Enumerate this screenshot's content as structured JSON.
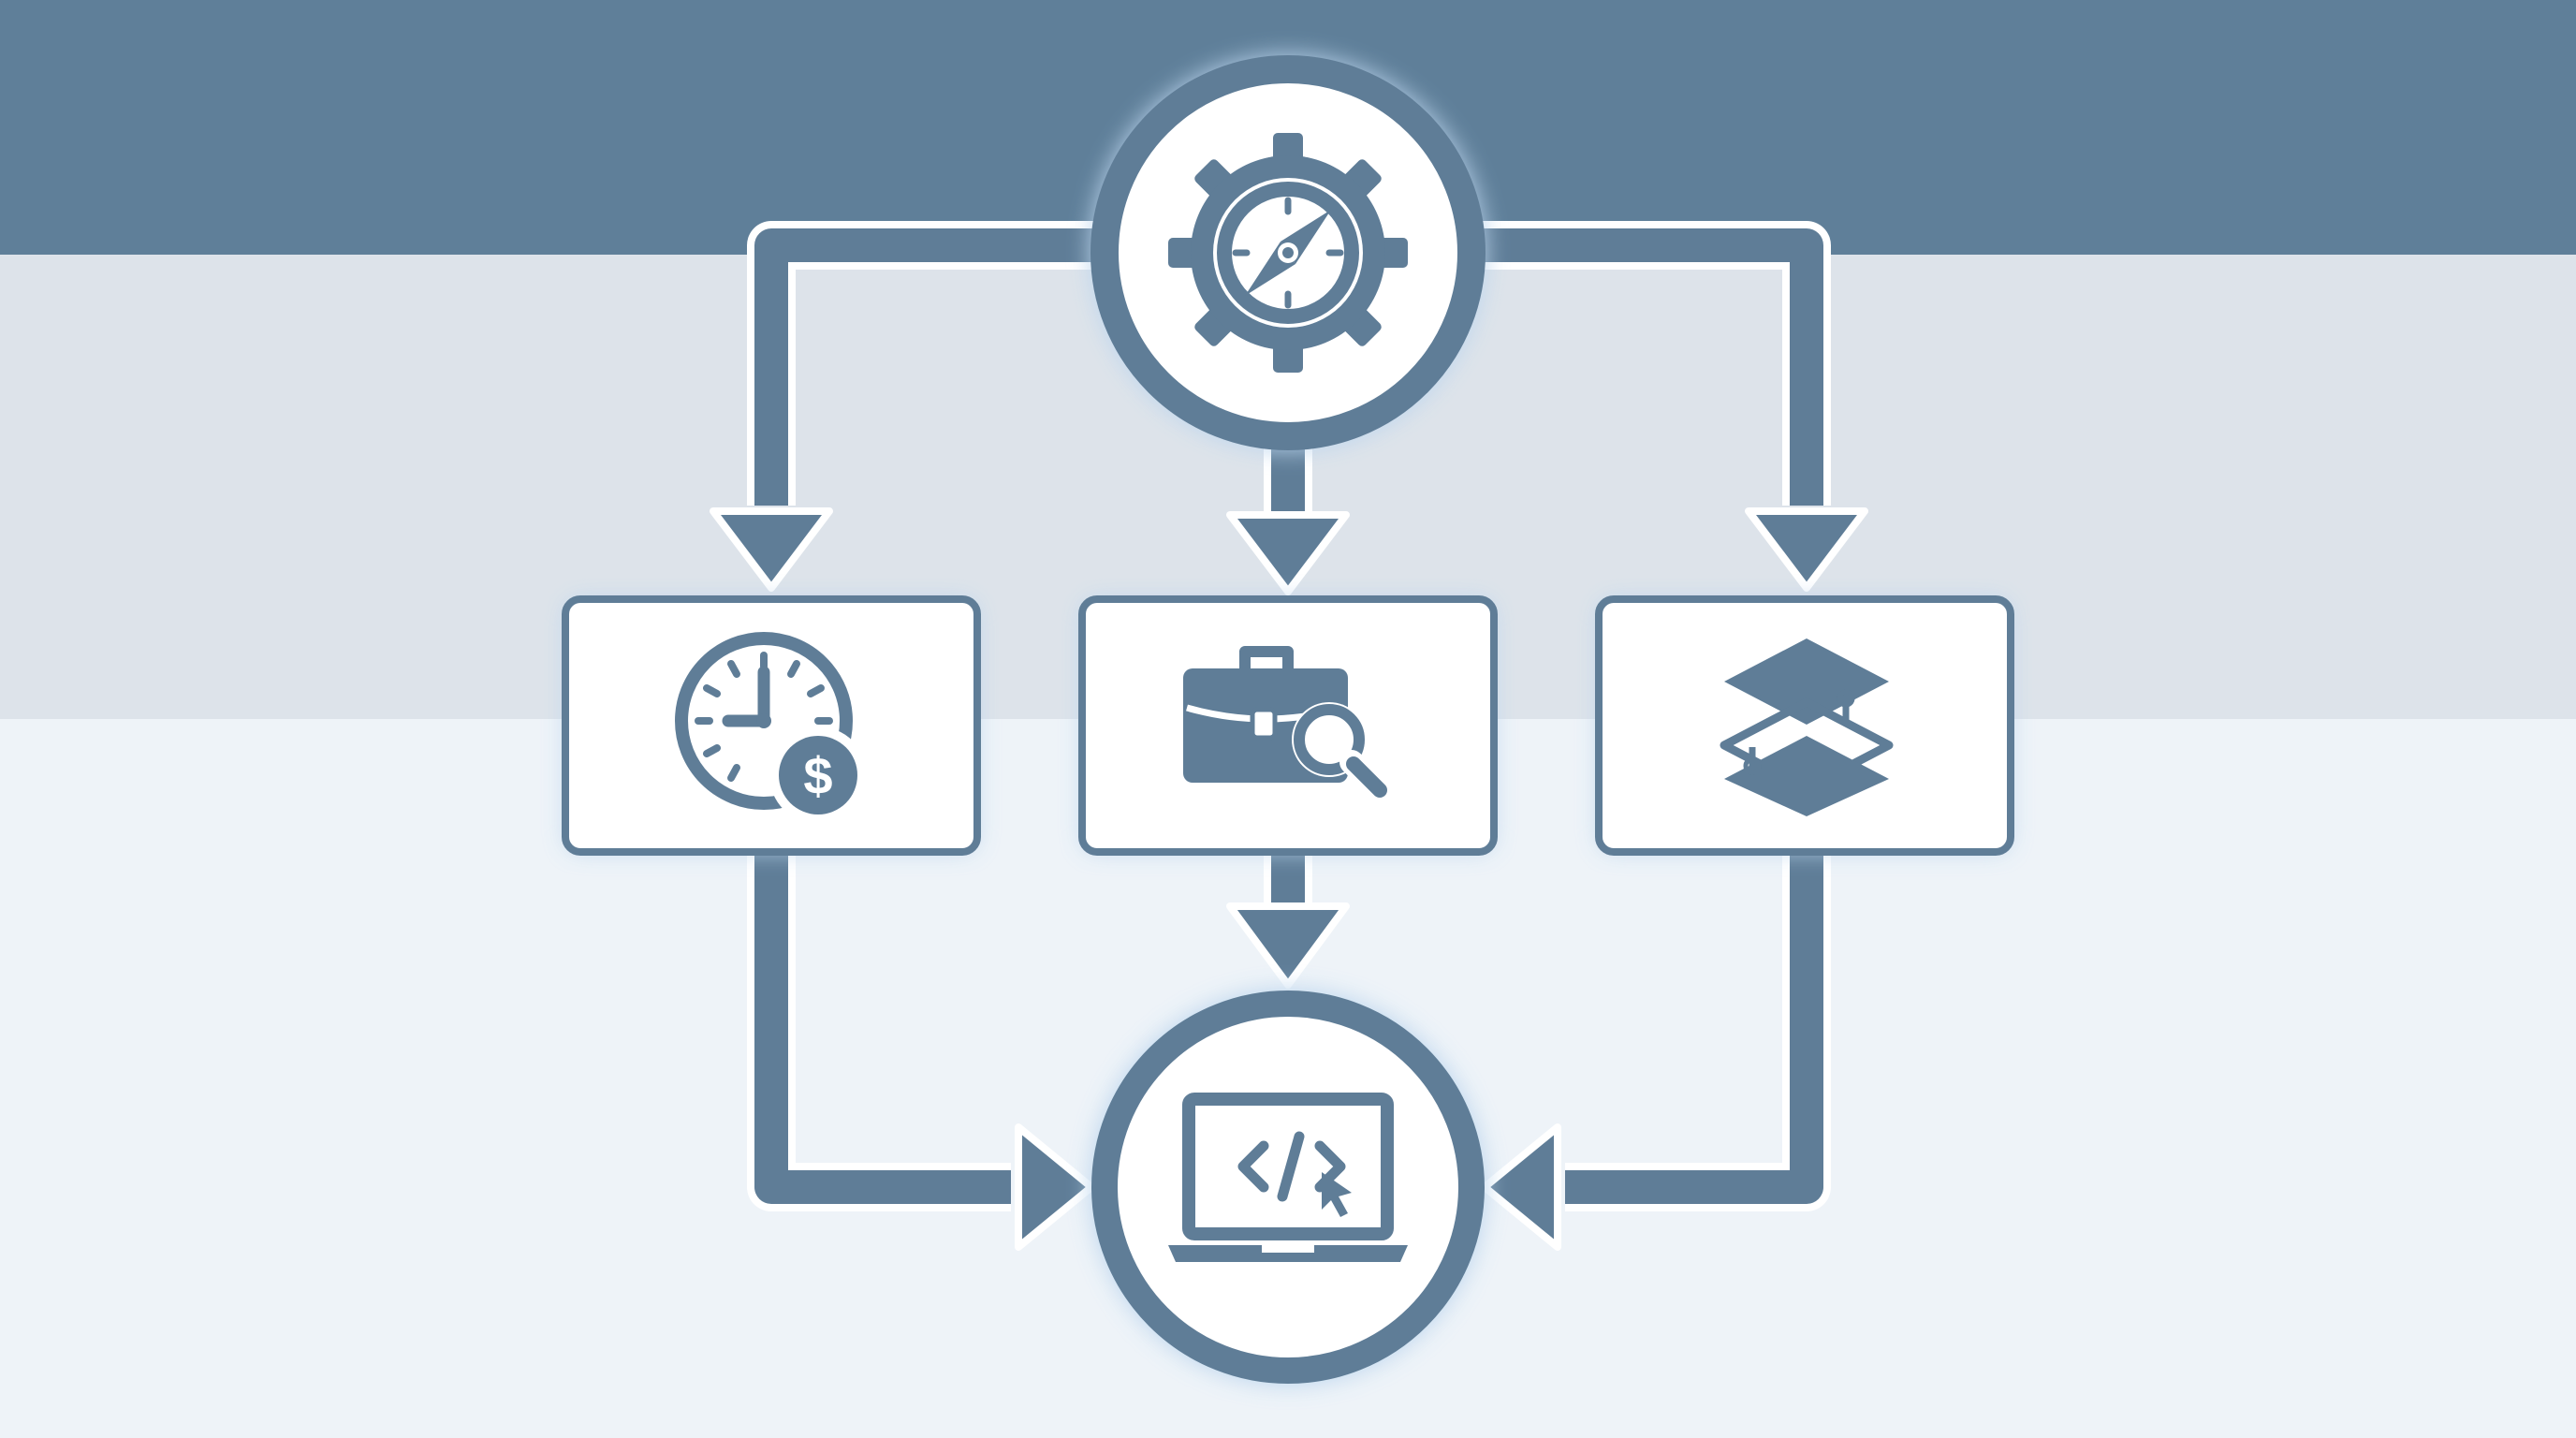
{
  "colors": {
    "primary": "#5f7d97",
    "band_top": "#5f7f99",
    "band_mid": "#dde3ea",
    "band_bottom": "#eef3f8",
    "panel_fill": "#ffffff",
    "glow": "#bcd6ee"
  },
  "nodes": [
    {
      "id": "strategy",
      "shape": "circle",
      "icon": "gear-compass-icon"
    },
    {
      "id": "cost",
      "shape": "rectangle",
      "icon": "clock-dollar-icon"
    },
    {
      "id": "research",
      "shape": "rectangle",
      "icon": "briefcase-magnifier-icon"
    },
    {
      "id": "layers",
      "shape": "rectangle",
      "icon": "stacked-layers-icon"
    },
    {
      "id": "development",
      "shape": "circle",
      "icon": "laptop-code-icon"
    }
  ],
  "edges": [
    {
      "from": "strategy",
      "to": "cost"
    },
    {
      "from": "strategy",
      "to": "research"
    },
    {
      "from": "strategy",
      "to": "layers"
    },
    {
      "from": "research",
      "to": "development"
    },
    {
      "from": "cost",
      "to": "development"
    },
    {
      "from": "layers",
      "to": "development"
    }
  ]
}
